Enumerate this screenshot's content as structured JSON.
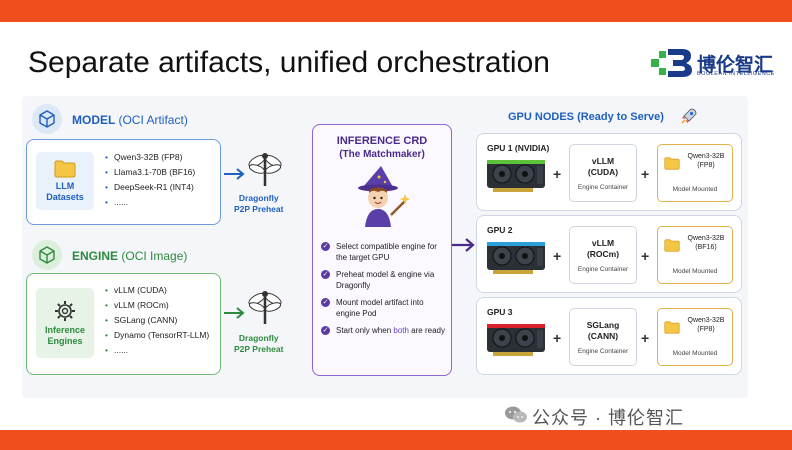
{
  "title": "Separate artifacts, unified orchestration",
  "logo": {
    "text": "博伦智汇",
    "subtext": "BOOLEAN INTELLIGENCE"
  },
  "model": {
    "label": "MODEL",
    "label_sub": "(OCI Artifact)",
    "card_label": "LLM Datasets",
    "items": [
      "Qwen3-32B (FP8)",
      "Llama3.1-70B (BF16)",
      "DeepSeek-R1 (INT4)",
      "......"
    ],
    "transfer_label_1": "Dragonfly",
    "transfer_label_2": "P2P Preheat"
  },
  "engine": {
    "label": "ENGINE",
    "label_sub": "(OCI Image)",
    "card_label": "Inference Engines",
    "items": [
      "vLLM (CUDA)",
      "vLLM (ROCm)",
      "SGLang (CANN)",
      "Dynamo (TensorRT-LLM)",
      "......"
    ],
    "transfer_label_1": "Dragonfly",
    "transfer_label_2": "P2P Preheat"
  },
  "crd": {
    "title": "INFERENCE CRD",
    "subtitle": "(The Matchmaker)",
    "steps": [
      "Select compatible engine for the target GPU",
      "Preheat model & engine via Dragonfly",
      "Mount model artifact into engine Pod"
    ],
    "step4_a": "Start only when ",
    "step4_b": "both",
    "step4_c": " are ready"
  },
  "gpu_nodes": {
    "title": "GPU NODES (Ready to Serve)",
    "nodes": [
      {
        "label": "GPU 1 (NVIDIA)",
        "engine_l1": "vLLM",
        "engine_l2": "(CUDA)",
        "engine_sub": "Engine Container",
        "model_l1": "Qwen3-32B",
        "model_l2": "(FP8)",
        "model_sub": "Model Mounted"
      },
      {
        "label": "GPU 2",
        "engine_l1": "vLLM",
        "engine_l2": "(ROCm)",
        "engine_sub": "Engine Container",
        "model_l1": "Qwen3-32B",
        "model_l2": "(BF16)",
        "model_sub": "Model Mounted"
      },
      {
        "label": "GPU 3",
        "engine_l1": "SGLang",
        "engine_l2": "(CANN)",
        "engine_sub": "Engine Container",
        "model_l1": "Qwen3-32B",
        "model_l2": "(FP8)",
        "model_sub": "Model Mounted"
      }
    ],
    "plus": "+"
  },
  "watermark": "公众号 · 博伦智汇",
  "colors": {
    "brand_orange": "#f04e1c",
    "blue": "#1f5fbf",
    "green": "#2e8b3e",
    "purple": "#6a3fc9",
    "gpu1_led": "#5cc23a",
    "gpu2_led": "#2a9fd8",
    "gpu3_led": "#d8232a"
  },
  "icons": [
    "cube-icon",
    "folder-icon",
    "gear-icon",
    "dragonfly-icon",
    "wizard-icon",
    "rocket-icon",
    "gpu-card-icon",
    "wechat-icon",
    "boolean-logo-icon"
  ]
}
